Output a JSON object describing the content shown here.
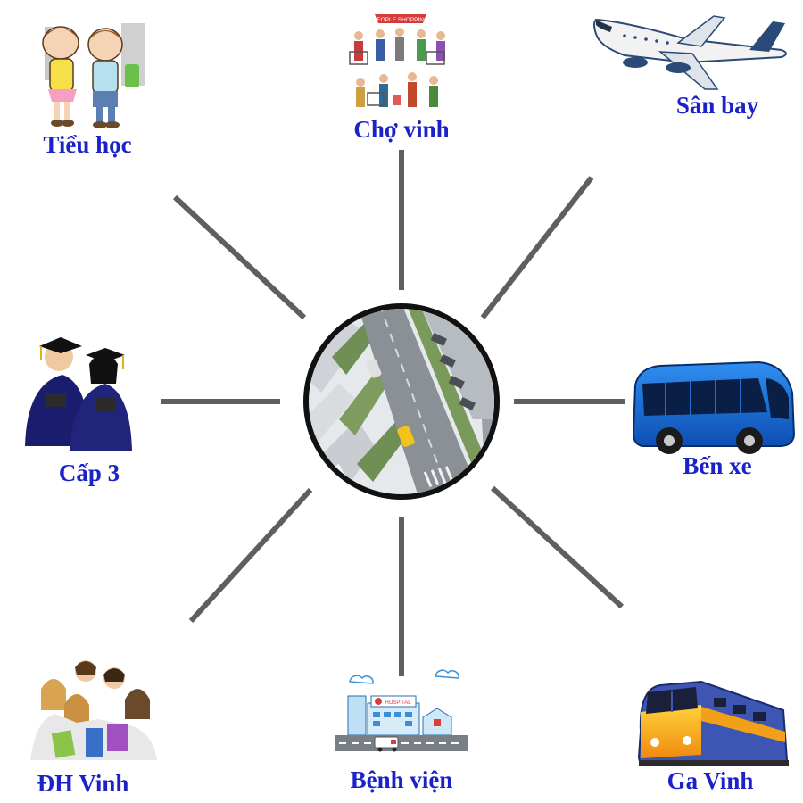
{
  "diagram": {
    "line_color": "#5f5f5f",
    "label_color": "#1a22c8",
    "hub": {
      "name": "project-aerial-street-view"
    },
    "nodes": [
      {
        "id": "tieu-hoc",
        "label": "Tiểu học",
        "icon": "children-students-icon"
      },
      {
        "id": "cho-vinh",
        "label": "Chợ vinh",
        "icon": "people-shopping-icon",
        "icon_text": "PEOPLE SHOPPING"
      },
      {
        "id": "san-bay",
        "label": "Sân bay",
        "icon": "airplane-icon"
      },
      {
        "id": "cap-3",
        "label": "Cấp 3",
        "icon": "graduates-icon"
      },
      {
        "id": "ben-xe",
        "label": "Bến xe",
        "icon": "bus-icon"
      },
      {
        "id": "dh-vinh",
        "label": "ĐH Vinh",
        "icon": "university-students-icon"
      },
      {
        "id": "benh-vien",
        "label": "Bệnh viện",
        "icon": "hospital-icon",
        "icon_text": "HOSPITAL"
      },
      {
        "id": "ga-vinh",
        "label": "Ga Vinh",
        "icon": "train-icon"
      }
    ]
  }
}
